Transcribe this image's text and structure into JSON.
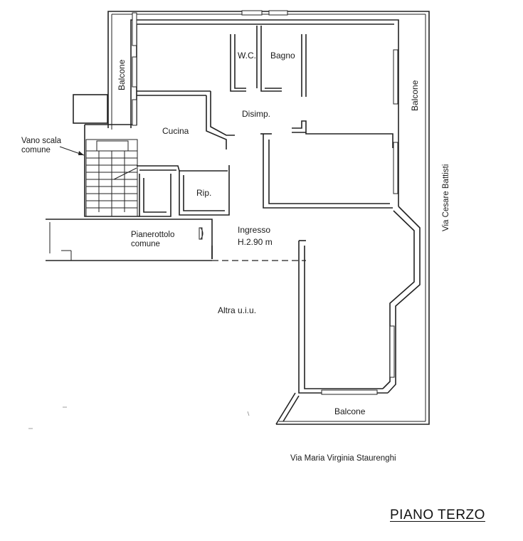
{
  "drawing": {
    "title": "PIANO TERZO",
    "streets": {
      "east": "Via Cesare Battisti",
      "south": "Via Maria Virginia Staurenghi"
    },
    "rooms": {
      "balcone_west": "Balcone",
      "balcone_east": "Balcone",
      "balcone_south": "Balcone",
      "wc": "W.C.",
      "bagno": "Bagno",
      "disimp": "Disimp.",
      "cucina": "Cucina",
      "rip": "Rip.",
      "ingresso": "Ingresso",
      "height": "H.2.90 m",
      "altra": "Altra u.i.u."
    },
    "common": {
      "vano_scala_1": "Vano scala",
      "vano_scala_2": "comune",
      "pianerottolo_1": "Pianerottolo",
      "pianerottolo_2": "comune"
    }
  }
}
